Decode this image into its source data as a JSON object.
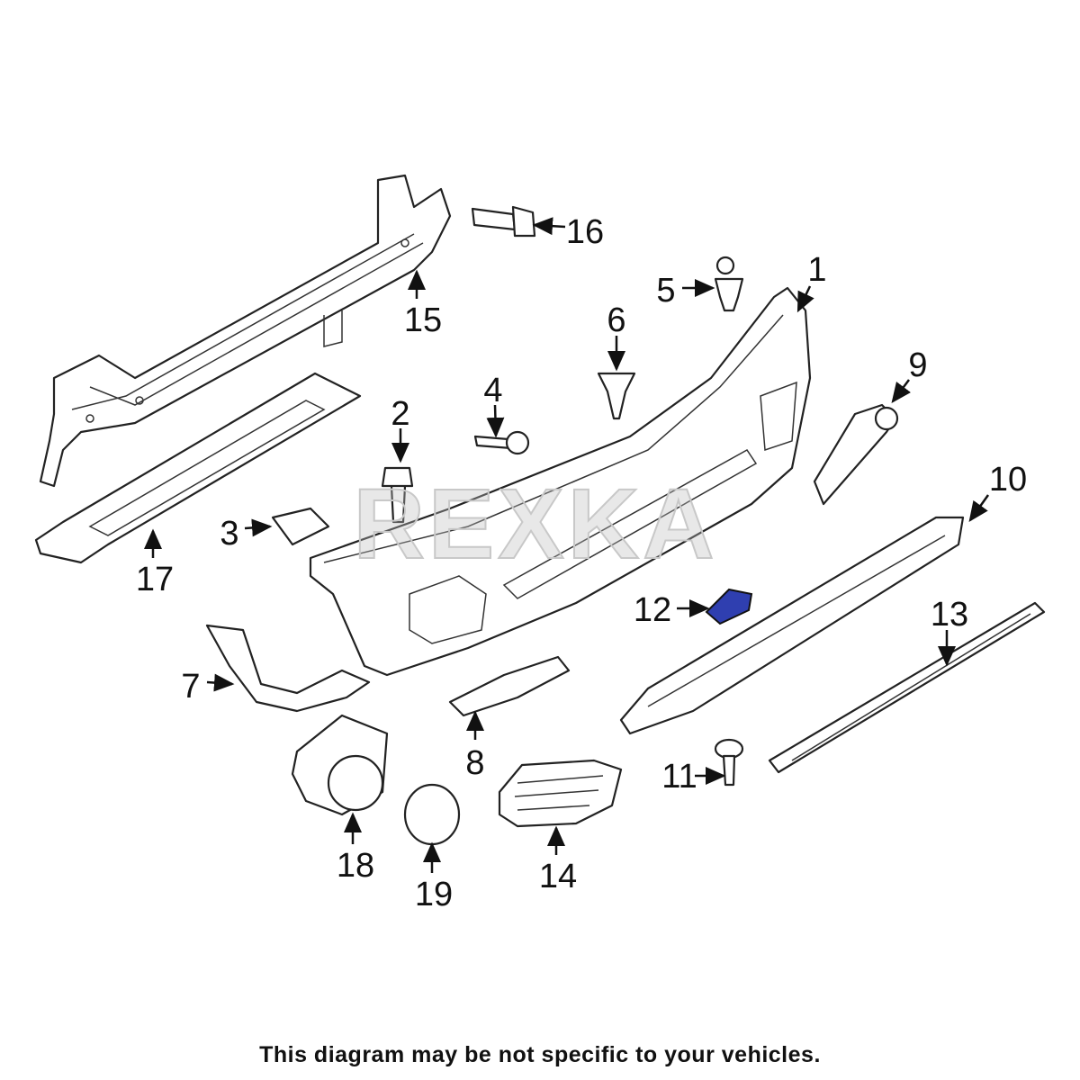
{
  "watermark": "REXKA",
  "caption": "This diagram may be not specific to your vehicles.",
  "highlight_color": "#2f3fb0",
  "callouts": [
    "1",
    "2",
    "3",
    "4",
    "5",
    "6",
    "7",
    "8",
    "9",
    "10",
    "11",
    "12",
    "13",
    "14",
    "15",
    "16",
    "17",
    "18",
    "19"
  ]
}
